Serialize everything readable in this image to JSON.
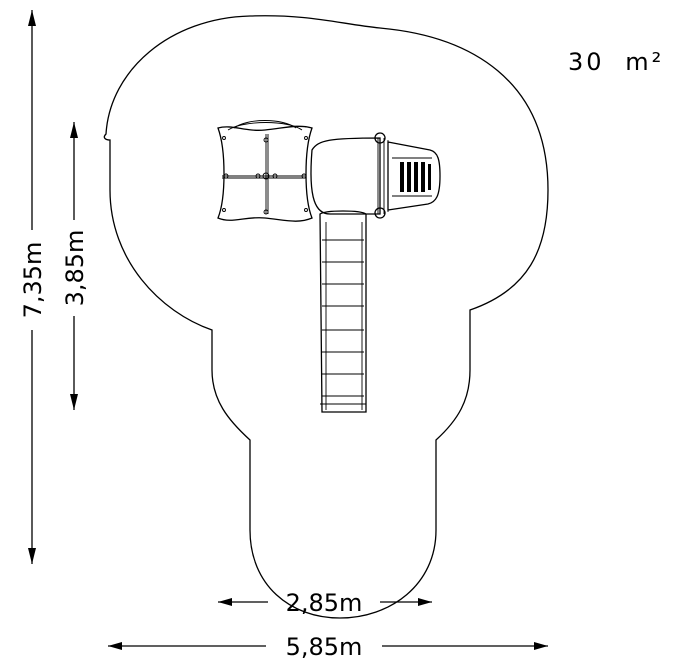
{
  "area": {
    "value": "30",
    "unit": "m²"
  },
  "dimensions": {
    "total_height": "7,35m",
    "structure_height": "3,85m",
    "structure_width": "2,85m",
    "total_width": "5,85m"
  }
}
